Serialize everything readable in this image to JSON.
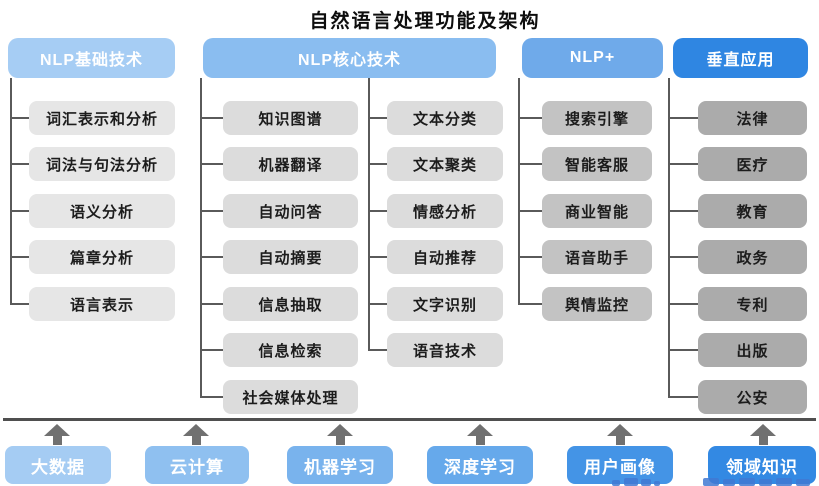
{
  "title": "自然语言处理功能及架构",
  "colors": {
    "header_blue_1": "#a6cdf4",
    "header_blue_2": "#8abdf0",
    "header_blue_3": "#6faaea",
    "header_blue_4": "#2f86e2",
    "item_gray_light": "#e6e6e6",
    "item_gray_light2": "#dcdcdc",
    "item_gray_mid": "#c3c3c3",
    "item_gray_dark": "#ababab",
    "connector_gray": "#5a5a5a",
    "arrow_gray": "#707070",
    "foundation_colors": [
      "#a5ccf3",
      "#8fc0f0",
      "#79b3ed",
      "#66a9eb",
      "#4494e6",
      "#3389e3"
    ]
  },
  "columns": [
    {
      "header": "NLP基础技术",
      "items": [
        "词汇表示和分析",
        "词法与句法分析",
        "语义分析",
        "篇章分析",
        "语言表示"
      ]
    },
    {
      "header": "NLP核心技术",
      "items_left": [
        "知识图谱",
        "机器翻译",
        "自动问答",
        "自动摘要",
        "信息抽取",
        "信息检索",
        "社会媒体处理"
      ],
      "items_right": [
        "文本分类",
        "文本聚类",
        "情感分析",
        "自动推荐",
        "文字识别",
        "语音技术"
      ]
    },
    {
      "header": "NLP+",
      "items": [
        "搜索引擎",
        "智能客服",
        "商业智能",
        "语音助手",
        "舆情监控"
      ]
    },
    {
      "header": "垂直应用",
      "items": [
        "法律",
        "医疗",
        "教育",
        "政务",
        "专利",
        "出版",
        "公安"
      ]
    }
  ],
  "foundation": [
    "大数据",
    "云计算",
    "机器学习",
    "深度学习",
    "用户画像",
    "领域知识"
  ]
}
